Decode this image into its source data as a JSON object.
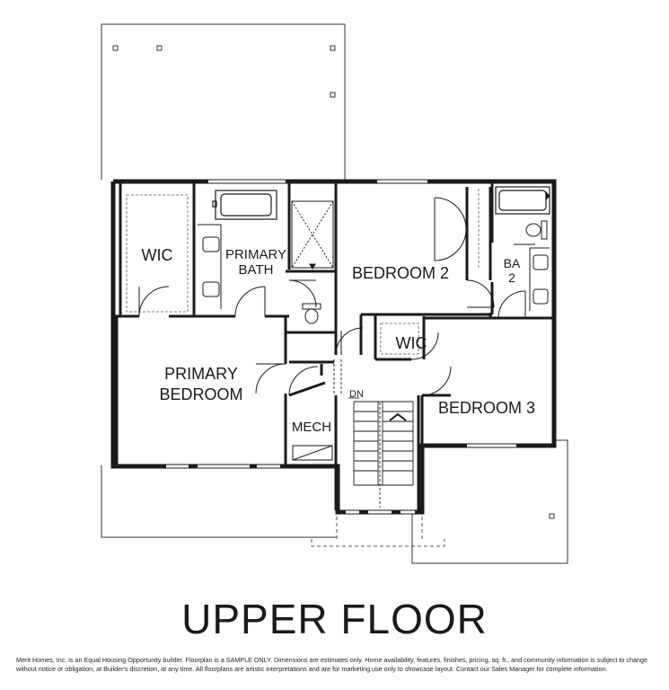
{
  "rooms": {
    "wic_primary": "WIC",
    "primary_bath_line1": "PRIMARY",
    "primary_bath_line2": "BATH",
    "bedroom_2": "BEDROOM 2",
    "ba2_line1": "BA",
    "ba2_line2": "2",
    "wic_2": "WIC",
    "primary_bedroom_line1": "PRIMARY",
    "primary_bedroom_line2": "BEDROOM",
    "bedroom_3": "BEDROOM 3",
    "mech": "MECH",
    "stair_dn": "DN"
  },
  "title": "UPPER FLOOR",
  "disclaimer": "Merit Homes, Inc. is an Equal Housing Opportunity builder. Floorplan is a SAMPLE ONLY. Dimensions are estimates only. Home availability, features, finishes, pricing, sq. ft., and community information is subject to change without notice or obligation, at Builder's discretion, at any time. All floorplans are artistic interpretations and are for marketing use only to showcase layout. Contact our Sales Manager for complete information.",
  "colors": {
    "wall": "#1a1a1a",
    "line": "#2a2a2a",
    "background": "#ffffff"
  }
}
